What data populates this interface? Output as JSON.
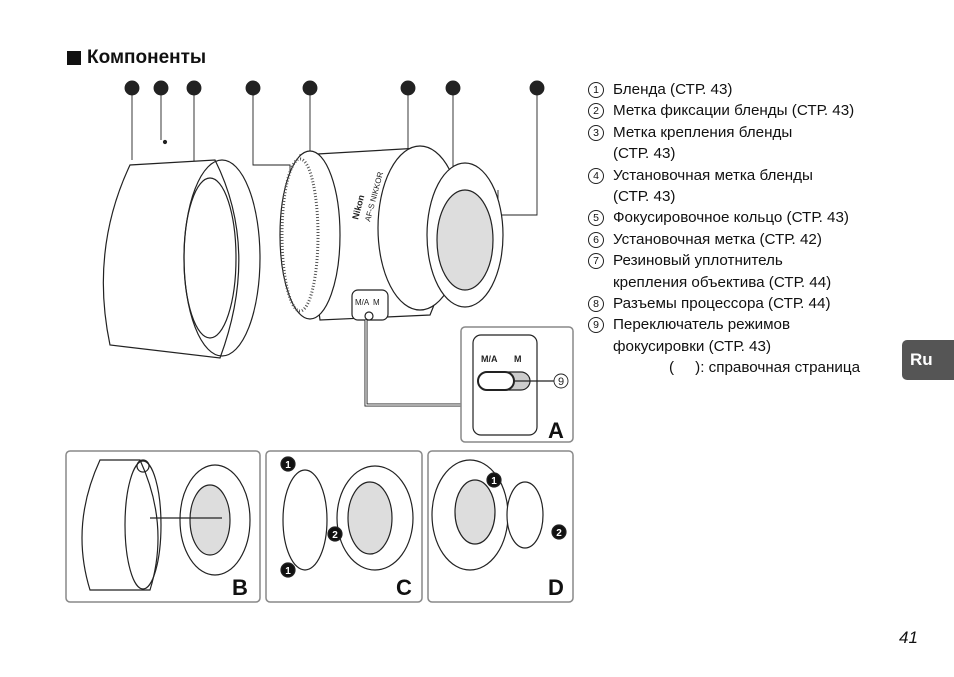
{
  "heading": "Компоненты",
  "callouts": [
    "1",
    "2",
    "3",
    "4",
    "5",
    "6",
    "7",
    "8",
    "9"
  ],
  "legend": [
    {
      "n": "1",
      "lines": [
        "Бленда (СТР. 43)"
      ]
    },
    {
      "n": "2",
      "lines": [
        "Метка фиксации бленды (СТР. 43)"
      ]
    },
    {
      "n": "3",
      "lines": [
        "Метка крепления бленды",
        "(СТР. 43)"
      ]
    },
    {
      "n": "4",
      "lines": [
        "Установочная метка бленды",
        "(СТР. 43)"
      ]
    },
    {
      "n": "5",
      "lines": [
        "Фокусировочное кольцо (СТР. 43)"
      ]
    },
    {
      "n": "6",
      "lines": [
        "Установочная метка (СТР. 42)"
      ]
    },
    {
      "n": "7",
      "lines": [
        "Резиновый уплотнитель",
        "крепления объектива (СТР. 44)"
      ]
    },
    {
      "n": "8",
      "lines": [
        "Разъемы процессора (СТР. 44)"
      ]
    },
    {
      "n": "9",
      "lines": [
        "Переключатель режимов",
        "фокусировки (СТР. 43)"
      ]
    }
  ],
  "note": "(     ): справочная страница",
  "switch": {
    "ma": "M/A",
    "m": "M"
  },
  "panels": {
    "a": "A",
    "b": "B",
    "c": "C",
    "d": "D"
  },
  "steps": {
    "one": "1",
    "two": "2"
  },
  "lens_markings": {
    "brand": "Nikon",
    "model": "AF-S NIKKOR"
  },
  "side_tab": "Ru",
  "page_number": "41"
}
